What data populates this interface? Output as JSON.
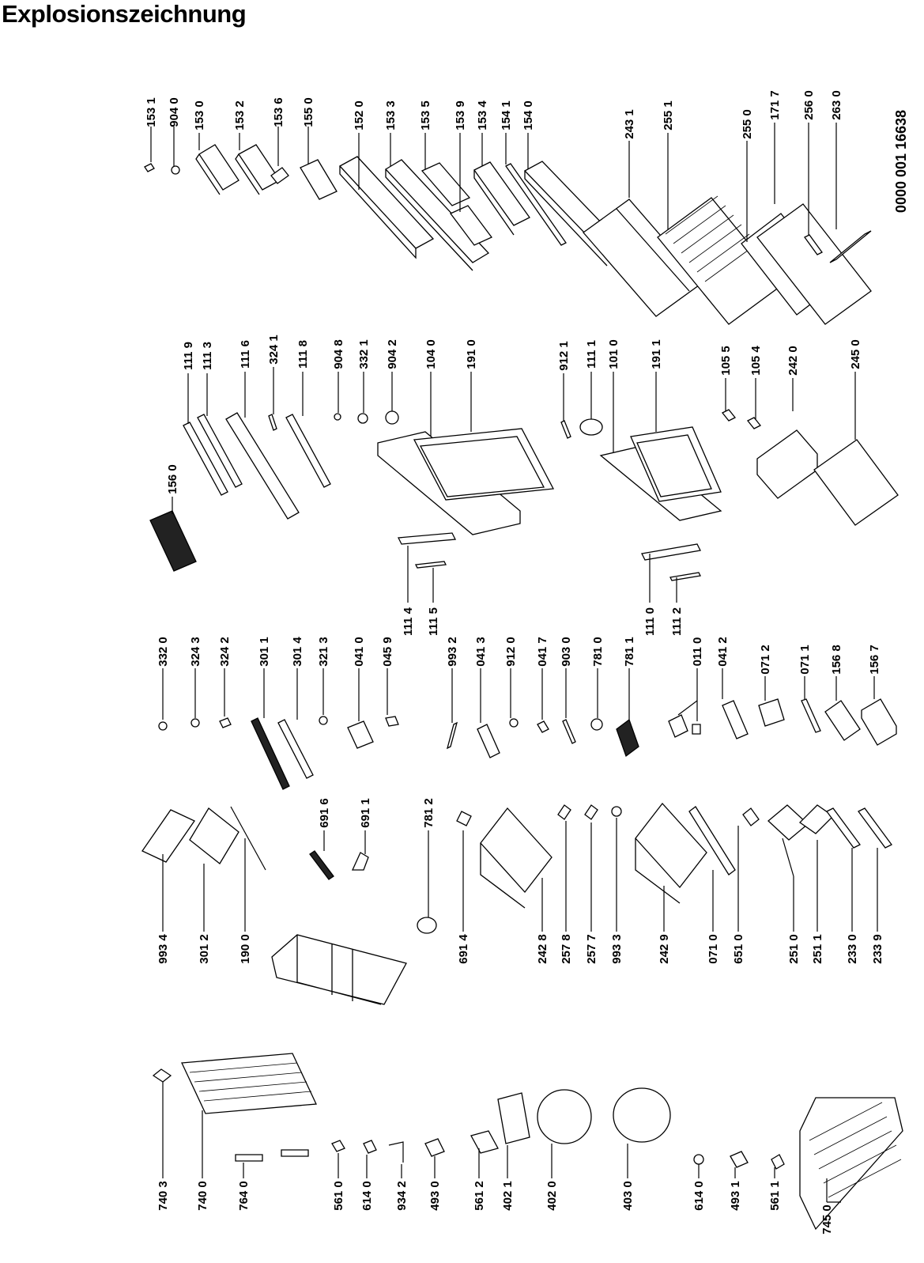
{
  "title": "Explosionszeichnung",
  "document_number": "0000 001 16638",
  "colors": {
    "ink": "#000000",
    "paper": "#ffffff"
  },
  "labels": [
    "153 1",
    "904 0",
    "153 0",
    "153 2",
    "153 6",
    "155 0",
    "152 0",
    "153 3",
    "153 5",
    "153 9",
    "153 4",
    "154 1",
    "154 0",
    "243 1",
    "255 1",
    "255 0",
    "171 7",
    "256 0",
    "263 0",
    "156 0",
    "111 9",
    "111 3",
    "111 6",
    "324 1",
    "111 8",
    "904 8",
    "332 1",
    "904 2",
    "104 0",
    "191 0",
    "912 1",
    "111 1",
    "101 0",
    "191 1",
    "105 5",
    "105 4",
    "242 0",
    "245 0",
    "332 0",
    "324 3",
    "324 2",
    "301 1",
    "301 4",
    "321 3",
    "041 0",
    "045 9",
    "111 4",
    "111 5",
    "993 2",
    "041 3",
    "912 0",
    "041 7",
    "903 0",
    "781 0",
    "781 1",
    "111 0",
    "111 2",
    "011 0",
    "041 2",
    "071 2",
    "071 1",
    "156 8",
    "156 7",
    "691 6",
    "691 1",
    "781 2",
    "993 4",
    "301 2",
    "190 0",
    "691 4",
    "242 8",
    "257 8",
    "257 7",
    "993 3",
    "242 9",
    "071 0",
    "651 0",
    "251 0",
    "251 1",
    "233 0",
    "233 9",
    "740 3",
    "740 0",
    "764 0",
    "561 0",
    "614 0",
    "934 2",
    "493 0",
    "561 2",
    "402 1",
    "402 0",
    "403 0",
    "614 0",
    "493 1",
    "561 1",
    "745 0"
  ]
}
